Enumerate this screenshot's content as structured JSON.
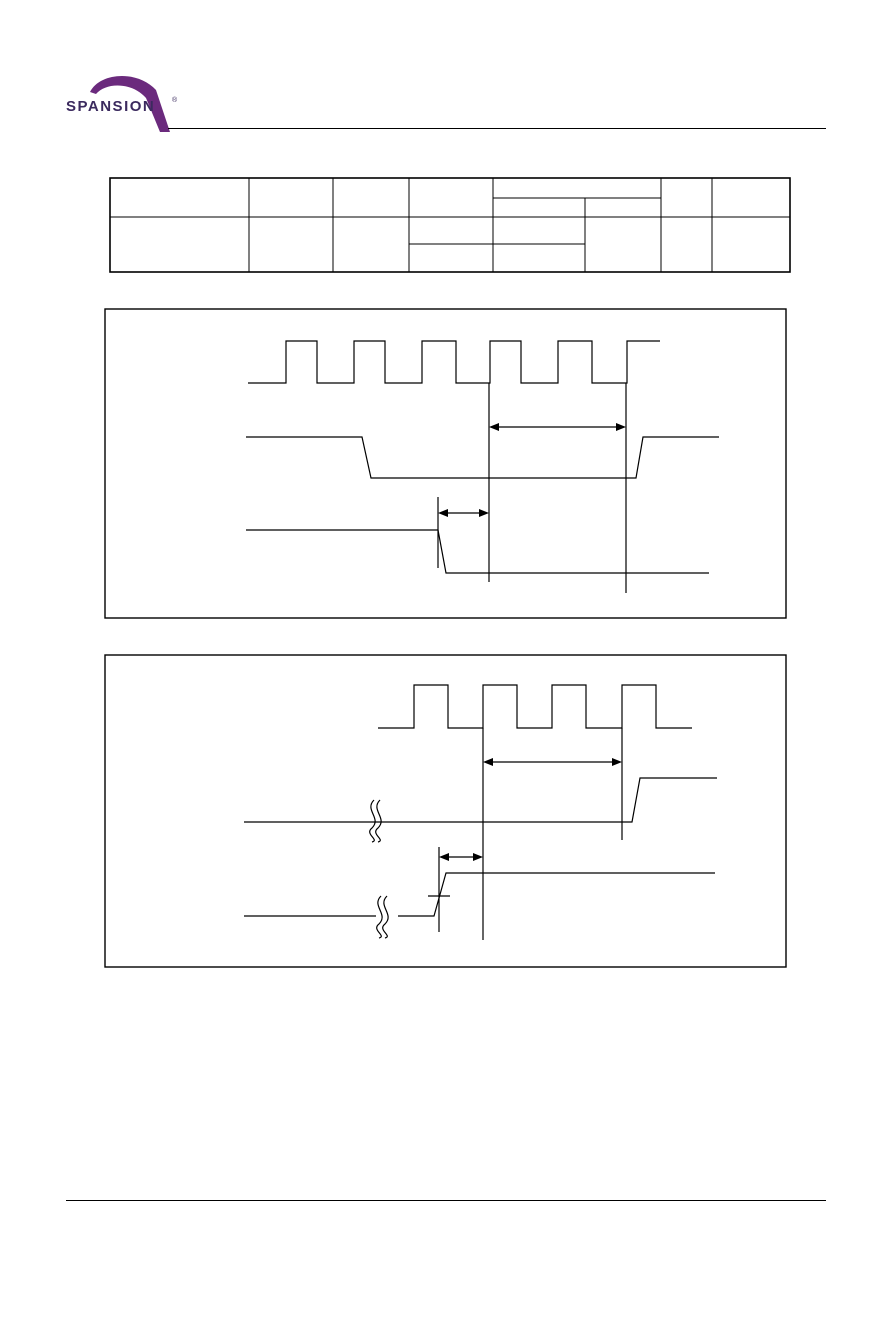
{
  "brand": {
    "logo_text": "SPANSION",
    "trademark": "®",
    "colors": {
      "purple": "#6b2a7d",
      "text": "#3b2a5e"
    }
  },
  "timing_table": {
    "rows": 3,
    "note": ""
  },
  "diagrams": [
    {
      "id": "timing-diagram-1",
      "signals": 3
    },
    {
      "id": "timing-diagram-2",
      "signals": 3
    }
  ]
}
